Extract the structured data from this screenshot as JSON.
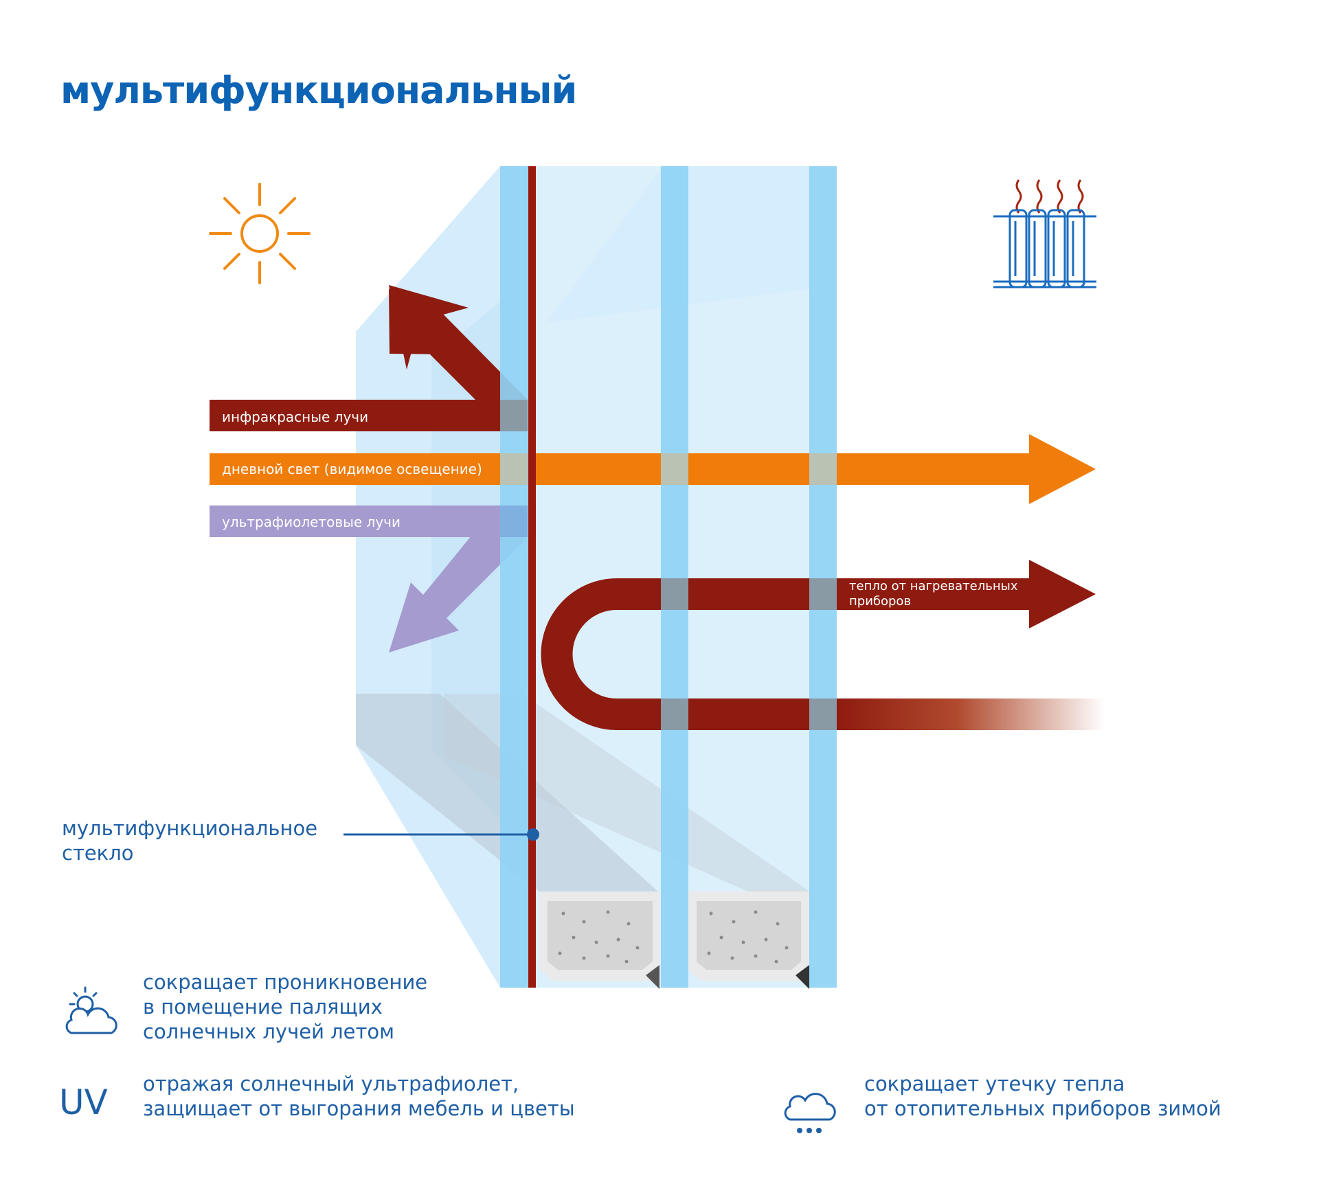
{
  "title": "мультифункциональный",
  "arrows": {
    "infrared": "инфракрасные лучи",
    "daylight": "дневной свет (видимое освещение)",
    "ultraviolet": "ультрафиолетовые лучи",
    "heat_line1": "тепло от нагревательных",
    "heat_line2": "приборов"
  },
  "glass_callout": {
    "line1": "мультифункциональное",
    "line2": "стекло"
  },
  "features": [
    {
      "icon": "sun-cloud-icon",
      "lines": [
        "сокращает проникновение",
        "в помещение палящих",
        "солнечных лучей летом"
      ]
    },
    {
      "icon": "uv",
      "icon_text": "UV",
      "lines": [
        "отражая солнечный ультрафиолет,",
        "защищает от выгорания мебель и цветы"
      ]
    },
    {
      "icon": "snow-cloud-icon",
      "lines": [
        "сокращает утечку тепла",
        "от отопительных приборов зимой"
      ]
    }
  ],
  "colors": {
    "brand_blue": "#0d63b4",
    "text_blue": "#1e5fa6",
    "infrared": "#8e1b0f",
    "daylight": "#f07c0a",
    "ultraviolet": "#a59bcf",
    "sun": "#f08a14",
    "glass_pane": "#8fd3f5",
    "glass_body": "#cde9fa"
  }
}
